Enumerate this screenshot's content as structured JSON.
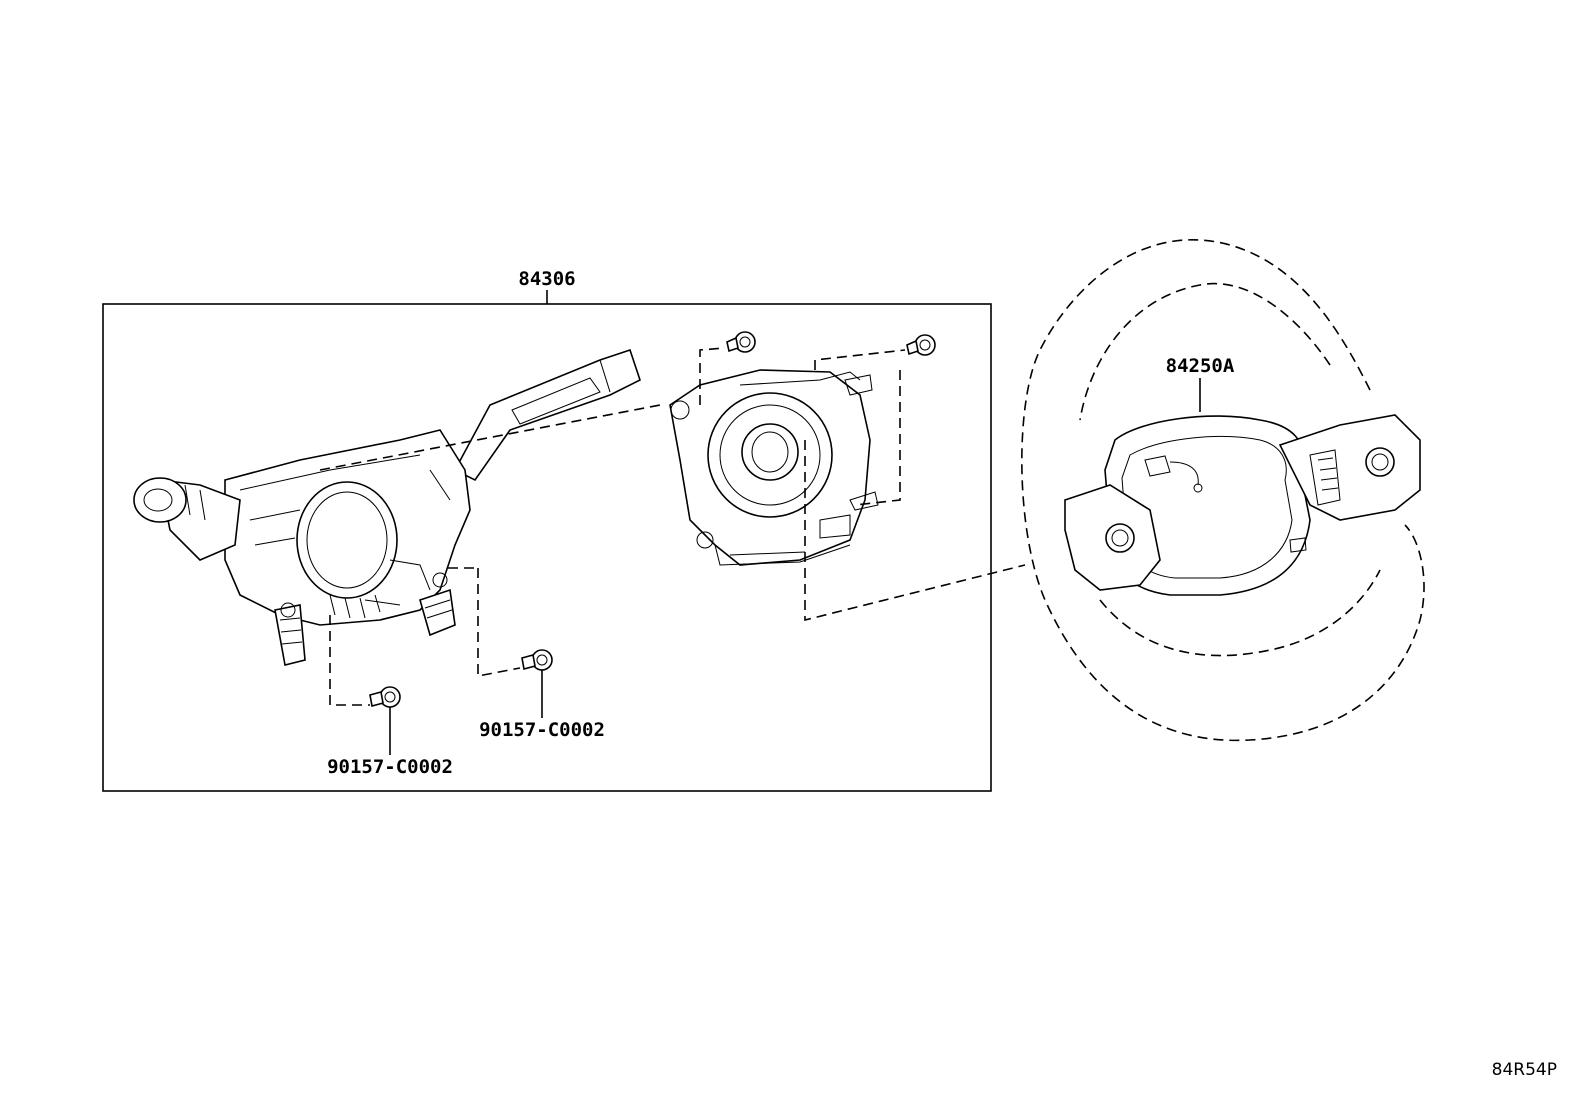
{
  "labels": {
    "combination_switch": "84306",
    "screw_lower": "90157-C0002",
    "screw_right": "90157-C0002",
    "steering_wheel_switch": "84250A"
  },
  "diagram_code": "84R54P"
}
